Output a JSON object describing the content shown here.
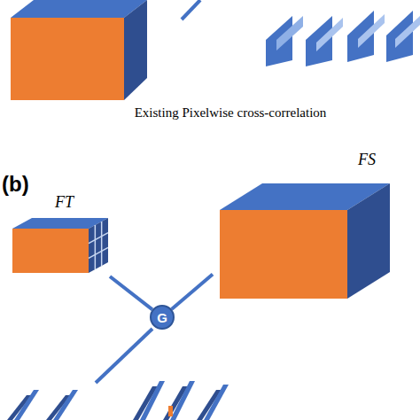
{
  "diagram": {
    "nodes": [
      {
        "text": [
          "FT"
        ]
      },
      {
        "text": [
          "FS"
        ]
      },
      {
        "text": [
          "G"
        ]
      }
    ],
    "edges": [
      {
        "from": 0,
        "to": 2,
        "arrow": "none"
      },
      {
        "from": 1,
        "to": 2,
        "arrow": "none"
      }
    ],
    "labels": [
      "Existing Pixelwise cross-correlation",
      "(b)"
    ]
  }
}
